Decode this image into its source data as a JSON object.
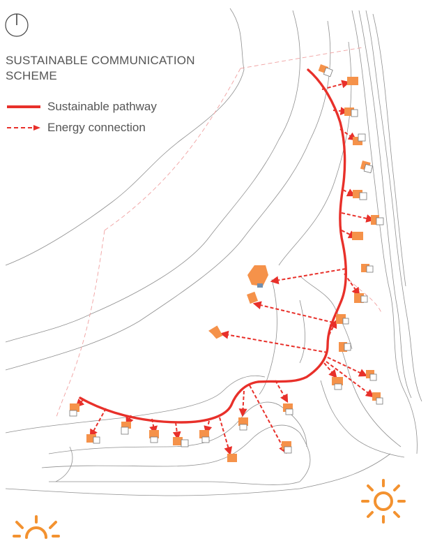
{
  "title": {
    "line1": "SUSTAINABLE COMMUNICATION",
    "line2": "SCHEME"
  },
  "legend": {
    "pathway_label": "Sustainable pathway",
    "energy_label": "Energy connection"
  },
  "colors": {
    "pathway": "#e8302a",
    "energy": "#e8302a",
    "house": "#f5924a",
    "sun": "#f39230",
    "contour": "#8f8f8f",
    "boundary": "#f0a0a0",
    "text": "#555555"
  },
  "icons": {
    "north_arrow": "north-arrow-icon",
    "sun_full": "sun-icon",
    "sun_setting": "sunset-icon"
  }
}
